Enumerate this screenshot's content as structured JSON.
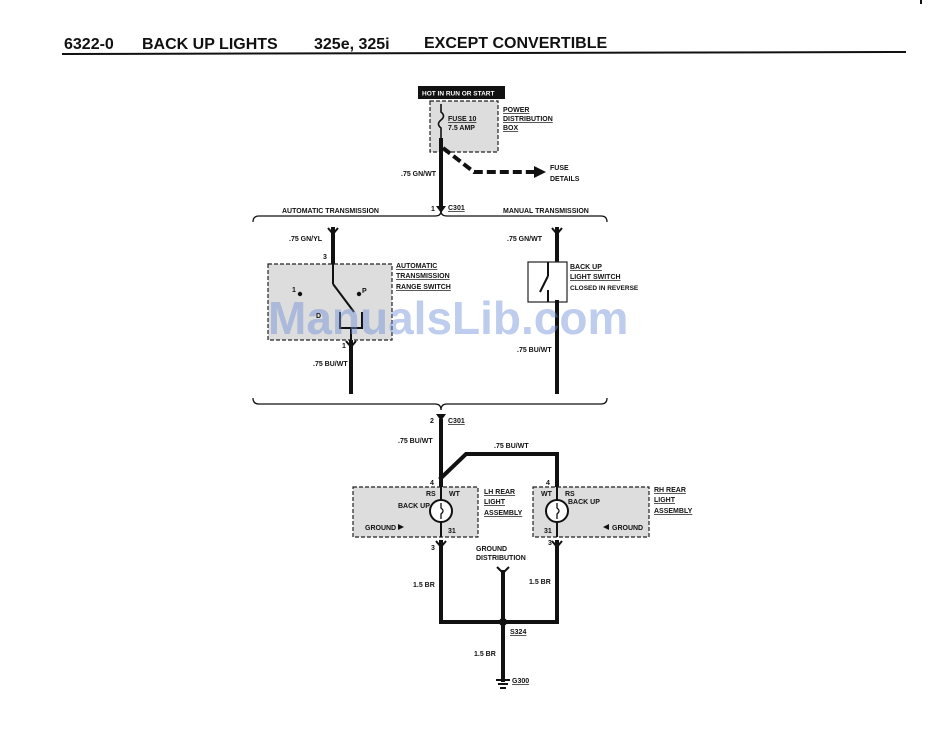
{
  "header": {
    "code": "6322-0",
    "title": "BACK UP LIGHTS",
    "models": "325e, 325i",
    "variant": "EXCEPT CONVERTIBLE"
  },
  "power": {
    "hot_label": "HOT IN RUN OR START",
    "fuse_name": "FUSE 10",
    "fuse_rating": "7.5 AMP",
    "box_line1": "POWER",
    "box_line2": "DISTRIBUTION",
    "box_line3": "BOX",
    "fuse_details_1": "FUSE",
    "fuse_details_2": "DETAILS"
  },
  "wires": {
    "w_gn_wt_1": ".75 GN/WT",
    "w_gn_yl": ".75 GN/YL",
    "w_gn_wt_2": ".75 GN/WT",
    "w_bu_wt_1": ".75 BU/WT",
    "w_bu_wt_2": ".75 BU/WT",
    "w_bu_wt_3": ".75 BU/WT",
    "w_bu_wt_4": ".75 BU/WT",
    "w_br_1": "1.5 BR",
    "w_br_2": "1.5 BR",
    "w_br_3": "1.5 BR"
  },
  "connectors": {
    "c301_top": "C301",
    "c301_top_pin": "1",
    "c301_bot": "C301",
    "c301_bot_pin": "2",
    "s324": "S324",
    "g300": "G300"
  },
  "transmission": {
    "auto_title": "AUTOMATIC TRANSMISSION",
    "manual_title": "MANUAL TRANSMISSION",
    "auto_switch_1": "AUTOMATIC",
    "auto_switch_2": "TRANSMISSION",
    "auto_switch_3": "RANGE SWITCH",
    "auto_pin_top": "3",
    "auto_pin_bot": "1",
    "pos_1": "1",
    "pos_d": "D",
    "pos_p": "P",
    "manual_switch_1": "BACK UP",
    "manual_switch_2": "LIGHT SWITCH",
    "manual_switch_3": "CLOSED IN REVERSE"
  },
  "lights": {
    "lh_1": "LH REAR",
    "lh_2": "LIGHT",
    "lh_3": "ASSEMBLY",
    "rh_1": "RH REAR",
    "rh_2": "LIGHT",
    "rh_3": "ASSEMBLY",
    "rs": "RS",
    "wt": "WT",
    "back_up": "BACK UP",
    "ground": "GROUND",
    "pin_4": "4",
    "pin_31": "31",
    "pin_3": "3"
  },
  "ground_dist_1": "GROUND",
  "ground_dist_2": "DISTRIBUTION",
  "watermark": "ManualsLib.com"
}
